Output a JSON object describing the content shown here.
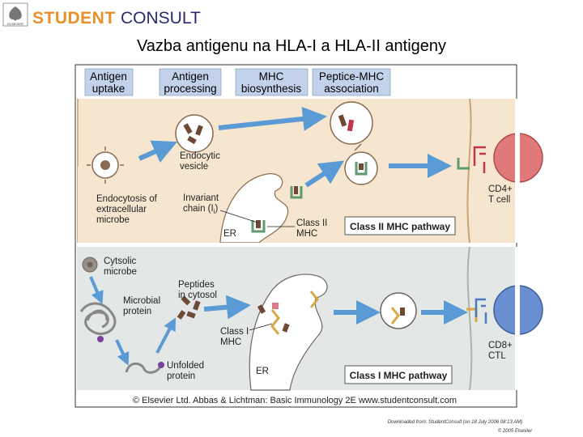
{
  "brand": {
    "publisher_mark_text": "ELSEVIER",
    "logo_word1": "STUDENT",
    "logo_word2": "CONSULT",
    "logo_color": "#e8902a",
    "logo_color2": "#2a2a6e"
  },
  "slide": {
    "title": "Vazba antigenu na HLA-I a HLA-II antigeny",
    "footer_line1": "Downloaded from: StudentConsult (on 18 July 2006 08:13 AM)",
    "footer_line2": "© 2005 Elsevier"
  },
  "figure": {
    "header_labels": [
      [
        "Antigen",
        "uptake"
      ],
      [
        "Antigen",
        "processing"
      ],
      [
        "MHC",
        "biosynthesis"
      ],
      [
        "Peptice-MHC",
        "association"
      ]
    ],
    "upper": {
      "endocytic_vesicle": [
        "Endocytic",
        "vesicle"
      ],
      "endocytosis": [
        "Endocytosis of",
        "extracellular",
        "microbe"
      ],
      "invariant_chain": [
        "Invariant",
        "chain (I",
        "i",
        ")"
      ],
      "class_ii_mhc": [
        "Class II",
        "MHC"
      ],
      "er": "ER",
      "pathway": "Class II MHC pathway",
      "t_cell": [
        "CD4+",
        "T cell"
      ]
    },
    "lower": {
      "cytosolic_microbe": [
        "Cytsolic",
        "microbe"
      ],
      "microbial_protein": [
        "Microbial",
        "protein"
      ],
      "peptides_in_cytosol": [
        "Peptides",
        "in cytosol"
      ],
      "class_i_mhc": [
        "Class I",
        "MHC"
      ],
      "unfolded_protein": [
        "Unfolded",
        "protein"
      ],
      "er": "ER",
      "pathway": "Class I MHC pathway",
      "ctl": [
        "CD8+",
        "CTL"
      ]
    },
    "credit": "© Elsevier Ltd. Abbas & Lichtman: Basic Immunology 2E www.studentconsult.com",
    "colors": {
      "upper_bg": "#f6e6cf",
      "lower_bg": "#e3e8e6",
      "arrow": "#5b9bd5",
      "tcell": "#e07a7a",
      "ctl": "#6a8fd0"
    }
  }
}
